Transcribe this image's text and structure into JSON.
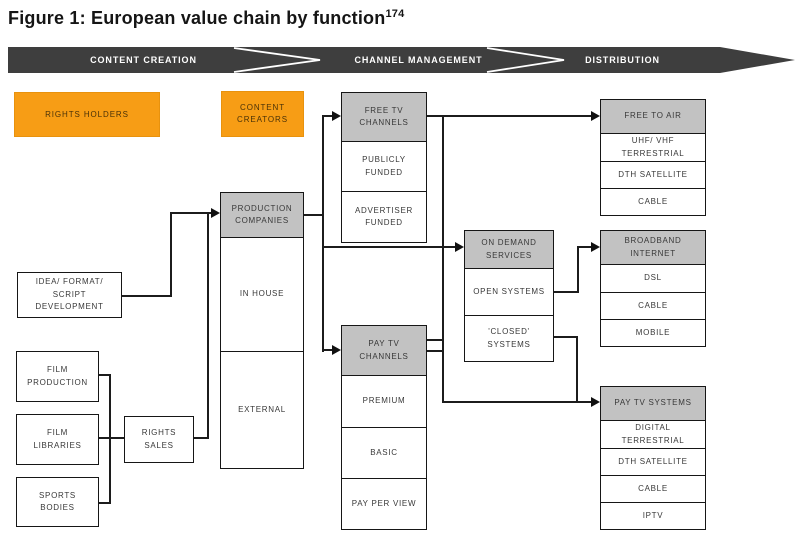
{
  "title": {
    "text": "Figure 1: European value chain by function",
    "footnote": "174"
  },
  "banner": {
    "phases": [
      "CONTENT CREATION",
      "CHANNEL MANAGEMENT",
      "DISTRIBUTION"
    ]
  },
  "category_boxes": {
    "rights_holders": "RIGHTS HOLDERS",
    "content_creators": "CONTENT CREATORS"
  },
  "supplier_boxes": {
    "idea_format_script": "IDEA/ FORMAT/ SCRIPT DEVELOPMENT",
    "film_production": "FILM PRODUCTION",
    "film_libraries": "FILM LIBRARIES",
    "sports_bodies": "SPORTS BODIES",
    "rights_sales": "RIGHTS SALES"
  },
  "blocks": {
    "production_companies": {
      "header": "PRODUCTION COMPANIES",
      "rows": [
        "IN HOUSE",
        "EXTERNAL"
      ]
    },
    "free_tv_channels": {
      "header": "FREE TV CHANNELS",
      "rows": [
        "PUBLICLY FUNDED",
        "ADVERTISER FUNDED"
      ]
    },
    "pay_tv_channels": {
      "header": "PAY TV CHANNELS",
      "rows": [
        "PREMIUM",
        "BASIC",
        "PAY PER VIEW"
      ]
    },
    "on_demand_services": {
      "header": "ON DEMAND SERVICES",
      "rows": [
        "OPEN SYSTEMS",
        "'CLOSED' SYSTEMS"
      ]
    },
    "free_to_air": {
      "header": "FREE TO AIR",
      "rows": [
        "UHF/ VHF TERRESTRIAL",
        "DTH SATELLITE",
        "CABLE"
      ]
    },
    "broadband_internet": {
      "header": "BROADBAND INTERNET",
      "rows": [
        "DSL",
        "CABLE",
        "MOBILE"
      ]
    },
    "pay_tv_systems": {
      "header": "PAY TV SYSTEMS",
      "rows": [
        "DIGITAL TERRESTRIAL",
        "DTH SATELLITE",
        "CABLE",
        "IPTV"
      ]
    }
  },
  "colors": {
    "accent_orange": "#F79D15",
    "header_gray": "#C2C2C2",
    "banner_dark": "#3E3E3E",
    "line": "#1C1C1C"
  }
}
